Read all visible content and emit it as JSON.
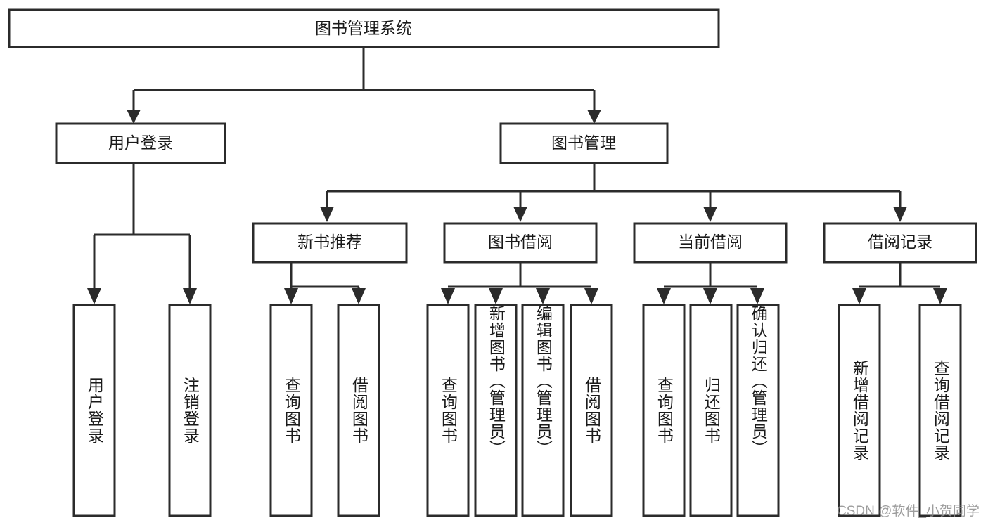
{
  "diagram": {
    "title": "图书管理系统",
    "watermark": "CSDN @软件_小贺同学",
    "colors": {
      "stroke": "#2b2b2b",
      "fill": "#ffffff",
      "text": "#1a1a1a",
      "watermark": "#8c8c8c"
    },
    "levels": {
      "root": {
        "label": "图书管理系统"
      },
      "level2": [
        {
          "label": "用户登录"
        },
        {
          "label": "图书管理"
        }
      ],
      "level3": [
        {
          "label": "新书推荐"
        },
        {
          "label": "图书借阅"
        },
        {
          "label": "当前借阅"
        },
        {
          "label": "借阅记录"
        }
      ],
      "leaves": [
        {
          "label": "用户登录",
          "parent": "用户登录"
        },
        {
          "label": "注销登录",
          "parent": "用户登录"
        },
        {
          "label": "查询图书",
          "parent": "新书推荐"
        },
        {
          "label": "借阅图书",
          "parent": "新书推荐"
        },
        {
          "label": "查询图书",
          "parent": "图书借阅"
        },
        {
          "label": "新增图书（管理员）",
          "parent": "图书借阅"
        },
        {
          "label": "编辑图书（管理员）",
          "parent": "图书借阅"
        },
        {
          "label": "借阅图书",
          "parent": "图书借阅"
        },
        {
          "label": "查询图书",
          "parent": "当前借阅"
        },
        {
          "label": "归还图书",
          "parent": "当前借阅"
        },
        {
          "label": "确认归还（管理员）",
          "parent": "当前借阅"
        },
        {
          "label": "新增借阅记录",
          "parent": "借阅记录"
        },
        {
          "label": "查询借阅记录",
          "parent": "借阅记录"
        }
      ]
    }
  }
}
